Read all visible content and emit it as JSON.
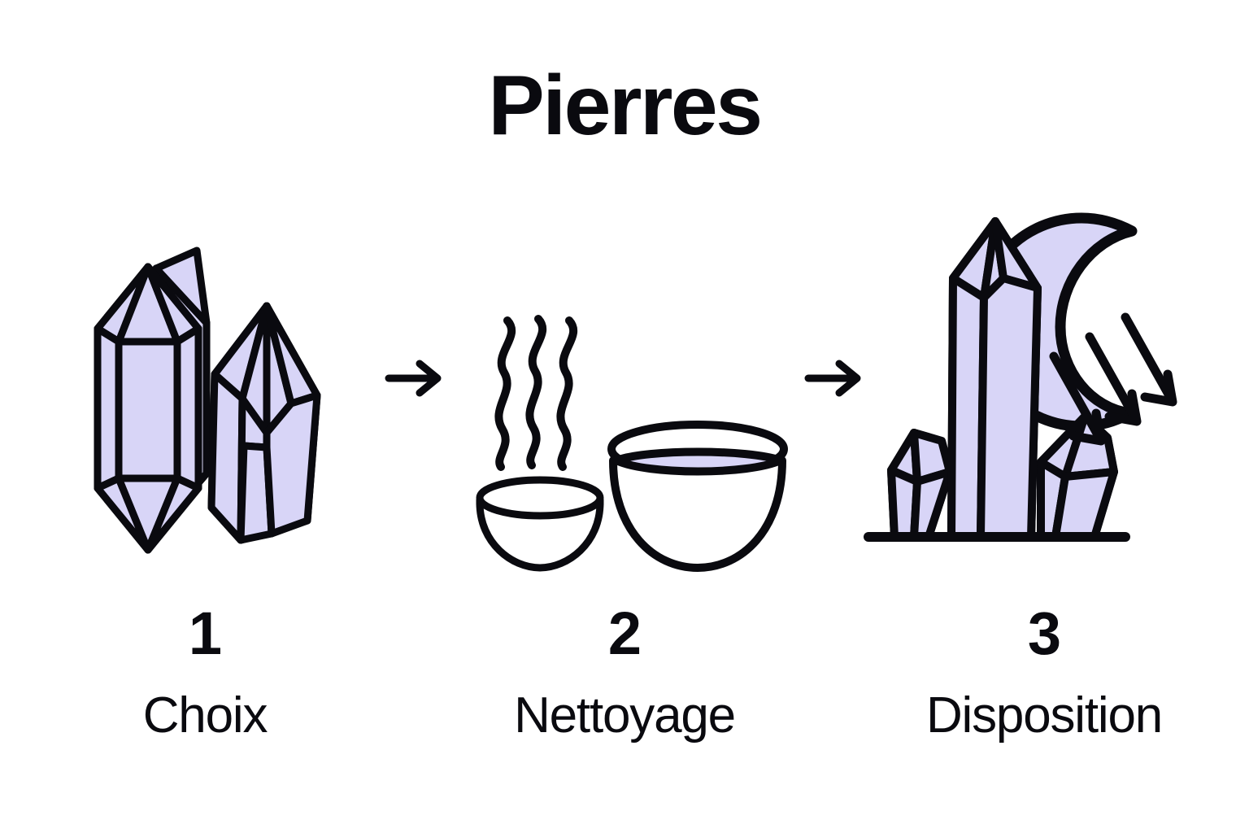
{
  "header": {
    "title": "Pierres"
  },
  "colors": {
    "background": "#ffffff",
    "ink": "#0a0a0f",
    "crystal_fill": "#d8d5f7",
    "moon_fill": "#d8d5f7",
    "water_fill": "#d8d5f7"
  },
  "steps": [
    {
      "number": "1",
      "label": "Choix",
      "icon": "crystals-pair-icon"
    },
    {
      "number": "2",
      "label": "Nettoyage",
      "icon": "steaming-bowls-icon"
    },
    {
      "number": "3",
      "label": "Disposition",
      "icon": "moon-over-crystal-cluster-icon"
    }
  ],
  "connectors": [
    {
      "icon": "arrow-right-icon"
    },
    {
      "icon": "arrow-right-icon"
    }
  ]
}
